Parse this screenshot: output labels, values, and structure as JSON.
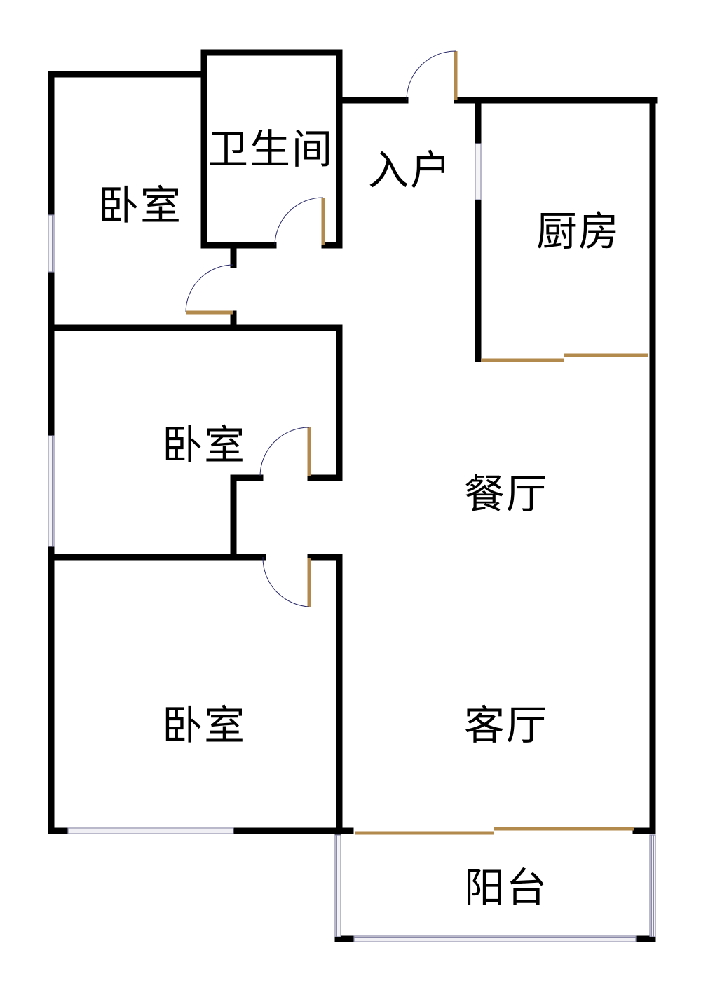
{
  "colors": {
    "wall": "#000000",
    "door": "#b38a4d",
    "window": "#8a8aa8",
    "arc": "#2a2a6a"
  },
  "rooms": {
    "bedroom_top": "卧室",
    "bathroom": "卫生间",
    "entrance": "入户",
    "kitchen": "厨房",
    "bedroom_middle": "卧室",
    "dining_room": "餐厅",
    "bedroom_bottom": "卧室",
    "living_room": "客厅",
    "balcony": "阳台"
  }
}
